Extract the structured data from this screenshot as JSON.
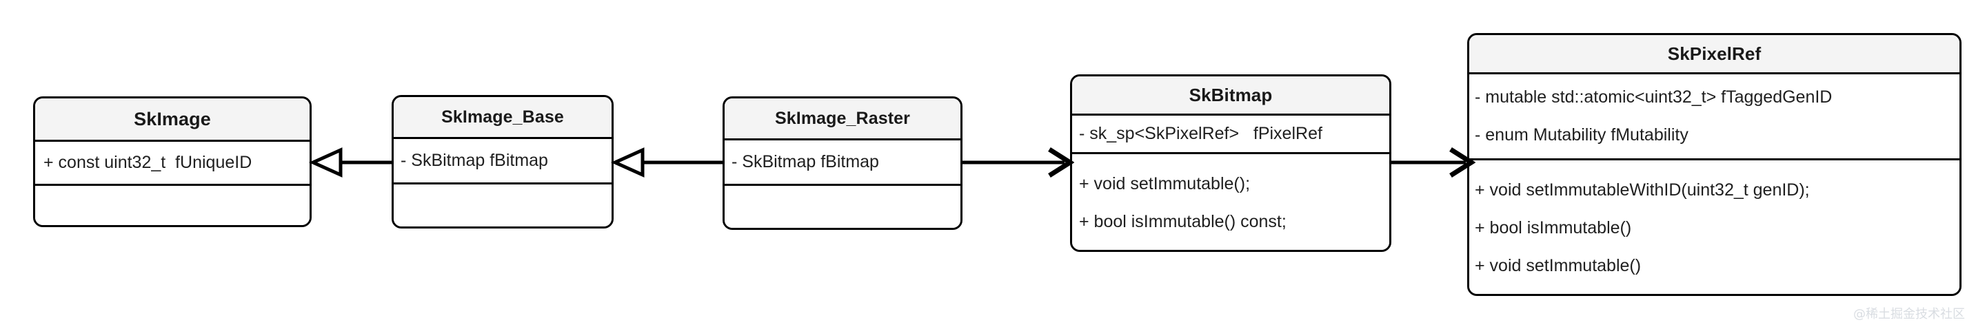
{
  "diagram": {
    "title": "Skia image/bitmap/pixelref class relationships",
    "type": "uml-class-diagram",
    "background_color": "#ffffff",
    "header_fill": "#f4f4f4",
    "stroke_color": "#000000",
    "text_color": "#1f1f1f"
  },
  "classes": [
    {
      "id": "skimage",
      "name": "SkImage",
      "attributes": [
        "+ const uint32_t  fUniqueID"
      ],
      "methods": []
    },
    {
      "id": "skimage_base",
      "name": "SkImage_Base",
      "attributes": [
        "- SkBitmap fBitmap"
      ],
      "methods": []
    },
    {
      "id": "skimage_raster",
      "name": "SkImage_Raster",
      "attributes": [
        "- SkBitmap fBitmap"
      ],
      "methods": []
    },
    {
      "id": "skbitmap",
      "name": "SkBitmap",
      "attributes": [
        "- sk_sp<SkPixelRef>   fPixelRef"
      ],
      "methods": [
        "+ void setImmutable();",
        "+ bool isImmutable() const;"
      ]
    },
    {
      "id": "skpixelref",
      "name": "SkPixelRef",
      "attributes": [
        "- mutable std::atomic<uint32_t> fTaggedGenID",
        "- enum Mutability fMutability"
      ],
      "methods": [
        "+ void setImmutableWithID(uint32_t genID);",
        "+ bool isImmutable()",
        "+ void setImmutable()"
      ]
    }
  ],
  "connections": [
    {
      "id": "base-to-image",
      "from": "skimage_base",
      "to": "skimage",
      "kind": "generalization",
      "arrow": "hollow-triangle-left"
    },
    {
      "id": "raster-to-base",
      "from": "skimage_raster",
      "to": "skimage_base",
      "kind": "generalization",
      "arrow": "hollow-triangle-left"
    },
    {
      "id": "raster-to-bitmap",
      "from": "skimage_raster",
      "to": "skbitmap",
      "kind": "association",
      "arrow": "open-arrow-right"
    },
    {
      "id": "bitmap-to-pixelref",
      "from": "skbitmap",
      "to": "skpixelref",
      "kind": "association",
      "arrow": "open-arrow-right"
    }
  ],
  "watermark": {
    "text": "@稀土掘金技术社区",
    "color": "#d9dde2"
  }
}
